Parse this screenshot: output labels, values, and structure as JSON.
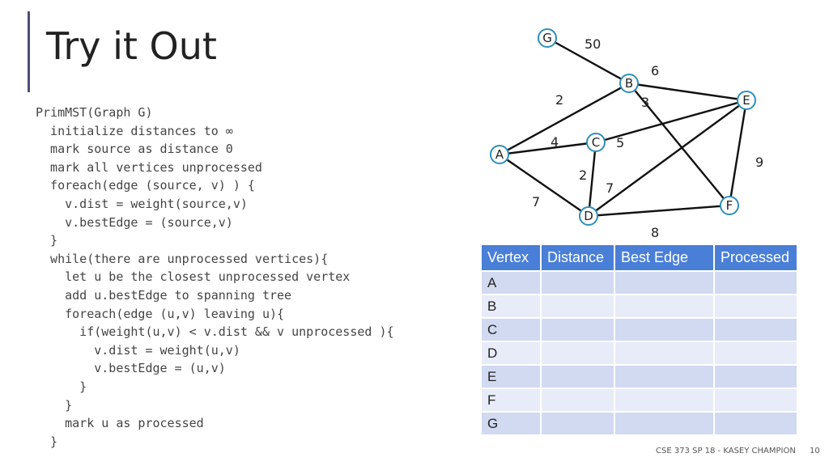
{
  "slide": {
    "title": "Try it Out",
    "footer": "CSE 373 SP 18 - KASEY CHAMPION",
    "page_number": "10"
  },
  "code": [
    "PrimMST(Graph G)",
    "  initialize distances to ∞",
    "  mark source as distance 0",
    "  mark all vertices unprocessed",
    "  foreach(edge (source, v) ) {",
    "    v.dist = weight(source,v)",
    "    v.bestEdge = (source,v)",
    "  }",
    "  while(there are unprocessed vertices){",
    "    let u be the closest unprocessed vertex",
    "    add u.bestEdge to spanning tree",
    "    foreach(edge (u,v) leaving u){",
    "      if(weight(u,v) < v.dist && v unprocessed ){",
    "        v.dist = weight(u,v)",
    "        v.bestEdge = (u,v)",
    "      }",
    "    }",
    "    mark u as processed",
    "  }"
  ],
  "graph": {
    "nodes": [
      "G",
      "B",
      "E",
      "A",
      "C",
      "D",
      "F"
    ],
    "edges": [
      {
        "from": "G",
        "to": "B",
        "weight": "50"
      },
      {
        "from": "B",
        "to": "E",
        "weight": "6"
      },
      {
        "from": "A",
        "to": "B",
        "weight": "2"
      },
      {
        "from": "B",
        "to": "F",
        "weight": "3"
      },
      {
        "from": "A",
        "to": "C",
        "weight": "4"
      },
      {
        "from": "C",
        "to": "E",
        "weight": "5"
      },
      {
        "from": "E",
        "to": "F",
        "weight": "9"
      },
      {
        "from": "C",
        "to": "D",
        "weight": "2"
      },
      {
        "from": "D",
        "to": "E",
        "weight": "7"
      },
      {
        "from": "A",
        "to": "D",
        "weight": "7"
      },
      {
        "from": "D",
        "to": "F",
        "weight": "8"
      }
    ]
  },
  "table": {
    "headers": [
      "Vertex",
      "Distance",
      "Best Edge",
      "Processed"
    ],
    "rows": [
      [
        "A",
        "",
        "",
        ""
      ],
      [
        "B",
        "",
        "",
        ""
      ],
      [
        "C",
        "",
        "",
        ""
      ],
      [
        "D",
        "",
        "",
        ""
      ],
      [
        "E",
        "",
        "",
        ""
      ],
      [
        "F",
        "",
        "",
        ""
      ],
      [
        "G",
        "",
        "",
        ""
      ]
    ]
  },
  "colors": {
    "node_outline": "#2e8fb8",
    "table_header": "#4a7fd8",
    "table_row": "#d2daf2",
    "table_row_alt": "#e8ecf8"
  }
}
